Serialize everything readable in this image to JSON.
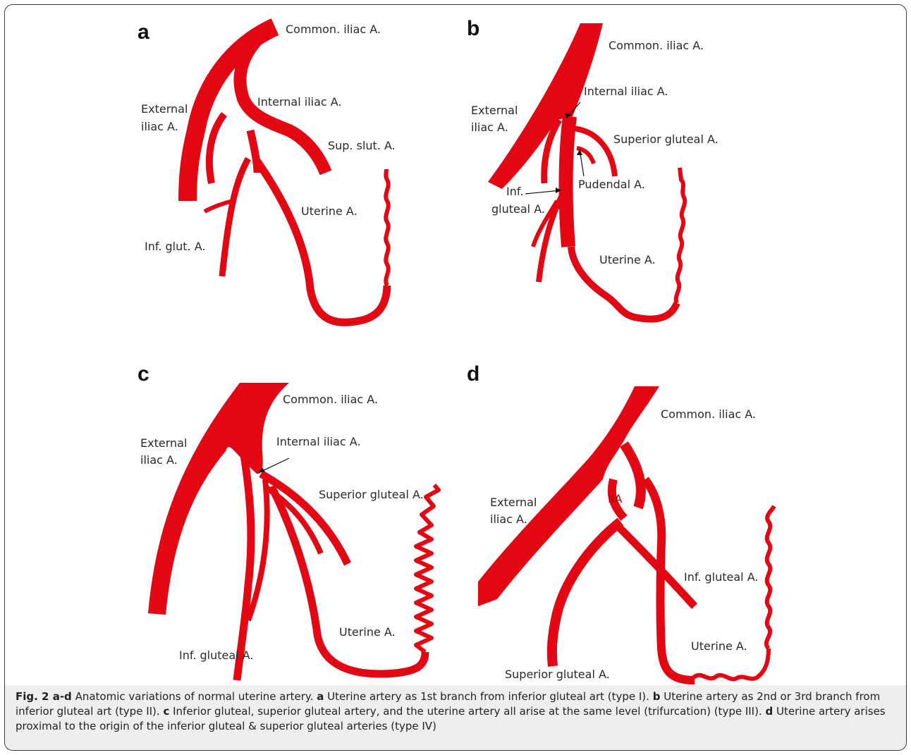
{
  "panels": {
    "a": {
      "letter": "a",
      "labels": {
        "common_iliac": "Common. iliac A.",
        "external_iliac_1": "External",
        "external_iliac_2": "iliac A.",
        "internal_iliac": "Internal iliac A.",
        "sup_glut": "Sup. slut. A.",
        "uterine": "Uterine A.",
        "inf_glut": "Inf. glut. A."
      }
    },
    "b": {
      "letter": "b",
      "labels": {
        "common_iliac": "Common. iliac A.",
        "internal_iliac": "Internal iliac A.",
        "external_iliac_1": "External",
        "external_iliac_2": "iliac A.",
        "superior_gluteal": "Superior gluteal A.",
        "pudendal": "Pudendal A.",
        "inf_gluteal_1": "Inf.",
        "inf_gluteal_2": "gluteal A.",
        "uterine": "Uterine A."
      }
    },
    "c": {
      "letter": "c",
      "labels": {
        "common_iliac": "Common. iliac A.",
        "external_iliac_1": "External",
        "external_iliac_2": "iliac A.",
        "internal_iliac": "Internal iliac A.",
        "superior_gluteal": "Superior gluteal A.",
        "uterine": "Uterine A.",
        "inf_gluteal": "Inf. gluteal A."
      }
    },
    "d": {
      "letter": "d",
      "labels": {
        "common_iliac": "Common. iliac A.",
        "external_iliac_1": "External",
        "external_iliac_2": "iliac A.",
        "iia": "IIA",
        "inf_gluteal": "Inf. gluteal A.",
        "uterine": "Uterine A.",
        "superior_gluteal": "Superior gluteal A."
      }
    }
  },
  "caption": {
    "fig_label": "Fig. 2 a-d",
    "intro": " Anatomic variations of normal uterine artery. ",
    "a_key": "a",
    "a_text": " Uterine artery as 1st branch from inferior gluteal art (type I). ",
    "b_key": "b",
    "b_text": " Uterine artery as 2nd or 3rd branch from inferior gluteal art (type II). ",
    "c_key": "c",
    "c_text": " Inferior gluteal, superior gluteal artery, and the uterine artery all arise at the same level (trifurcation) (type III). ",
    "d_key": "d",
    "d_text": " Uterine artery arises proximal to the origin of the inferior gluteal & superior gluteal arteries (type IV)"
  },
  "colors": {
    "artery": "#e30613",
    "caption_band": "#eeeeee"
  }
}
